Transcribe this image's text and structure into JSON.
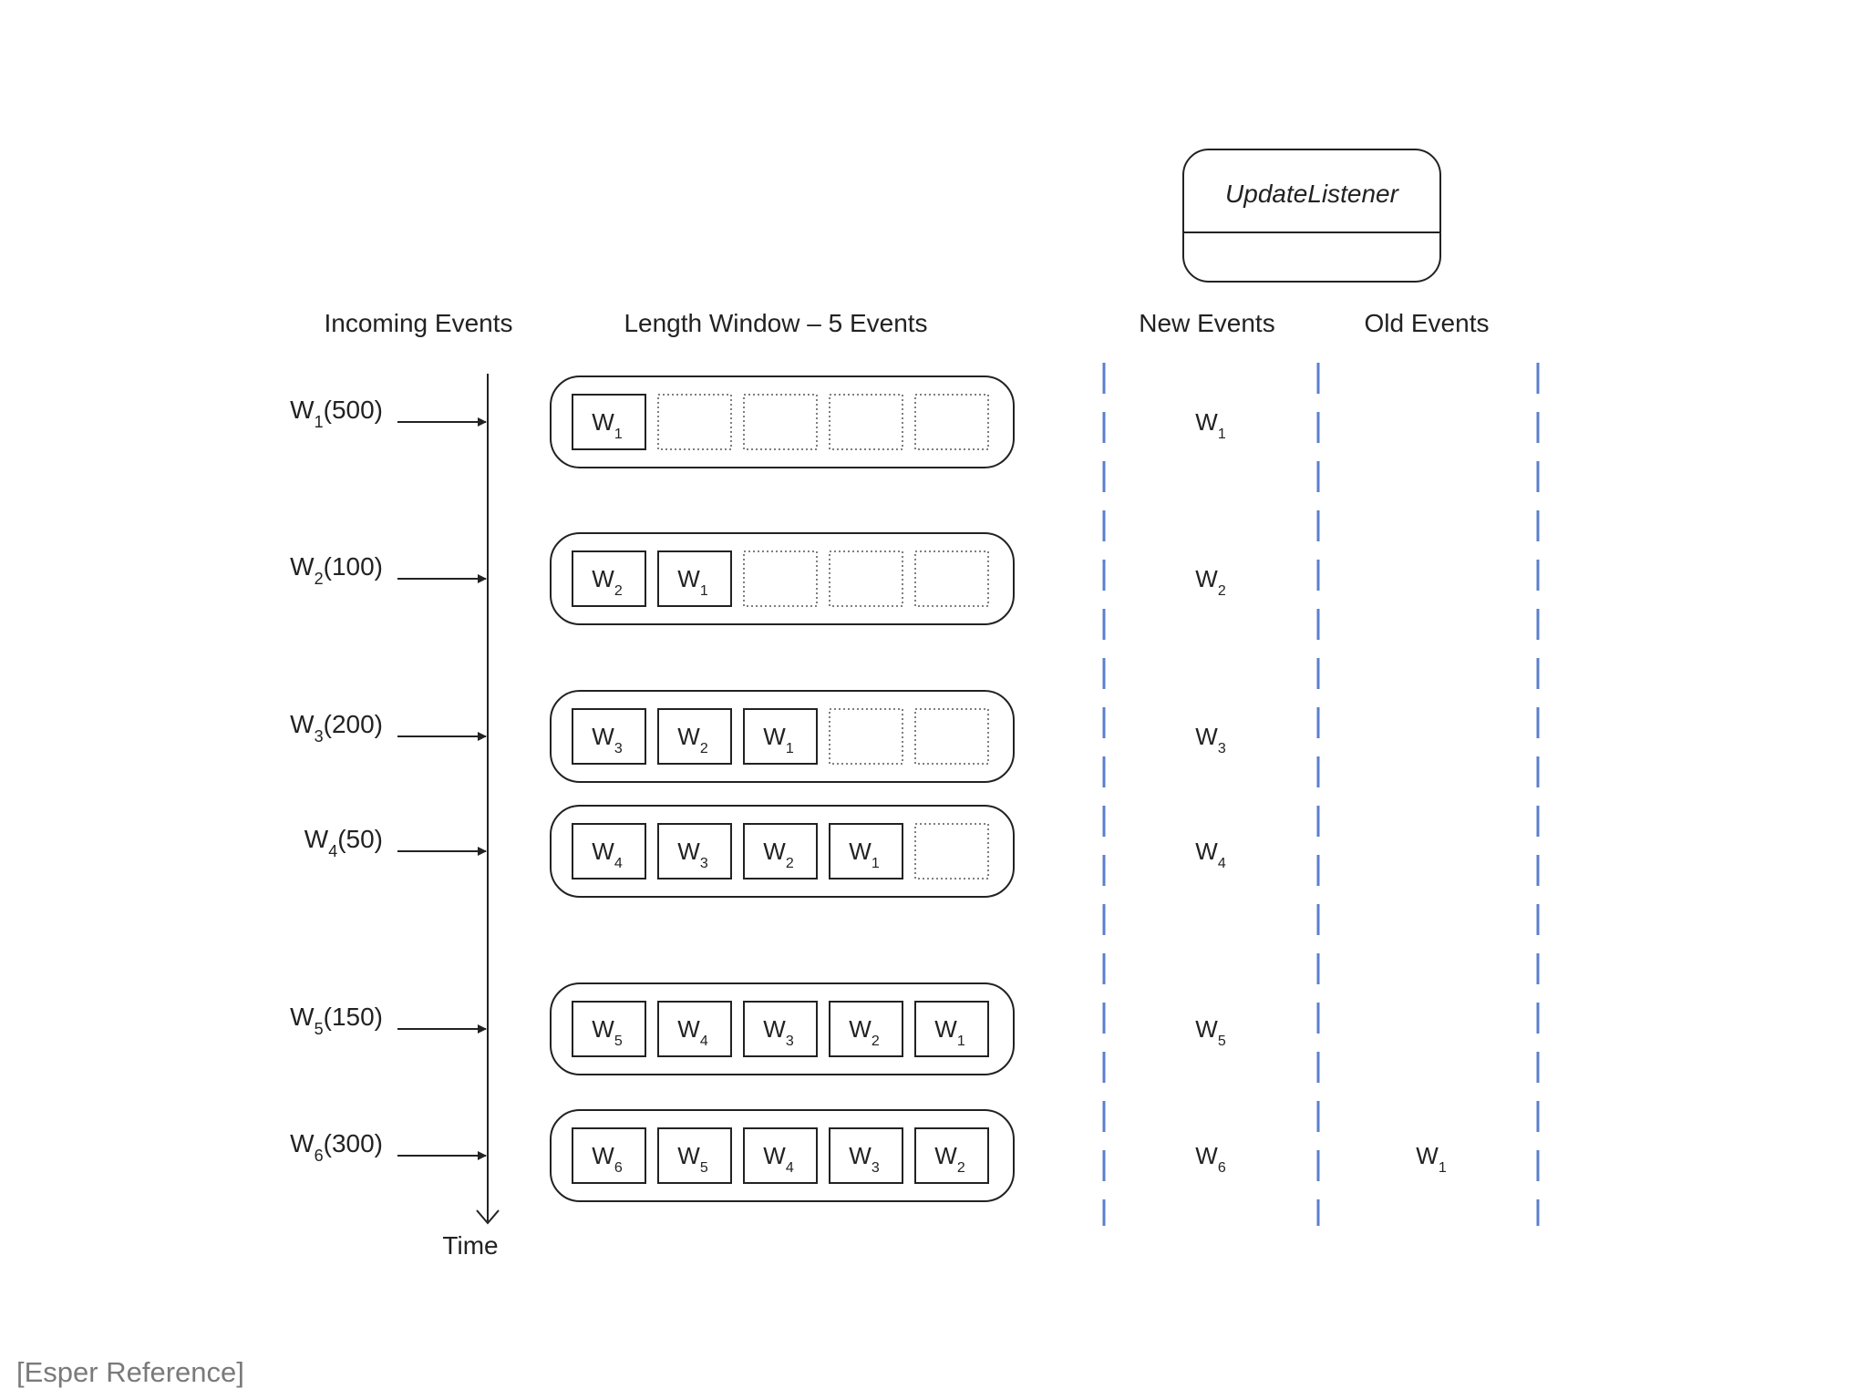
{
  "listener": {
    "title": "UpdateListener"
  },
  "headers": {
    "incoming": "Incoming Events",
    "window": "Length Window – 5 Events",
    "new_events": "New Events",
    "old_events": "Old Events"
  },
  "axis": {
    "label": "Time"
  },
  "window_capacity": 5,
  "rows": [
    {
      "event": {
        "name": "W",
        "sub": "1",
        "value": "(500)"
      },
      "window": [
        {
          "name": "W",
          "sub": "1"
        }
      ],
      "new": {
        "name": "W",
        "sub": "1"
      },
      "old": null
    },
    {
      "event": {
        "name": "W",
        "sub": "2",
        "value": "(100)"
      },
      "window": [
        {
          "name": "W",
          "sub": "2"
        },
        {
          "name": "W",
          "sub": "1"
        }
      ],
      "new": {
        "name": "W",
        "sub": "2"
      },
      "old": null
    },
    {
      "event": {
        "name": "W",
        "sub": "3",
        "value": "(200)"
      },
      "window": [
        {
          "name": "W",
          "sub": "3"
        },
        {
          "name": "W",
          "sub": "2"
        },
        {
          "name": "W",
          "sub": "1"
        }
      ],
      "new": {
        "name": "W",
        "sub": "3"
      },
      "old": null
    },
    {
      "event": {
        "name": "W",
        "sub": "4",
        "value": "(50)"
      },
      "window": [
        {
          "name": "W",
          "sub": "4"
        },
        {
          "name": "W",
          "sub": "3"
        },
        {
          "name": "W",
          "sub": "2"
        },
        {
          "name": "W",
          "sub": "1"
        }
      ],
      "new": {
        "name": "W",
        "sub": "4"
      },
      "old": null
    },
    {
      "event": {
        "name": "W",
        "sub": "5",
        "value": "(150)"
      },
      "window": [
        {
          "name": "W",
          "sub": "5"
        },
        {
          "name": "W",
          "sub": "4"
        },
        {
          "name": "W",
          "sub": "3"
        },
        {
          "name": "W",
          "sub": "2"
        },
        {
          "name": "W",
          "sub": "1"
        }
      ],
      "new": {
        "name": "W",
        "sub": "5"
      },
      "old": null
    },
    {
      "event": {
        "name": "W",
        "sub": "6",
        "value": "(300)"
      },
      "window": [
        {
          "name": "W",
          "sub": "6"
        },
        {
          "name": "W",
          "sub": "5"
        },
        {
          "name": "W",
          "sub": "4"
        },
        {
          "name": "W",
          "sub": "3"
        },
        {
          "name": "W",
          "sub": "2"
        }
      ],
      "new": {
        "name": "W",
        "sub": "6"
      },
      "old": {
        "name": "W",
        "sub": "1"
      }
    }
  ],
  "colors": {
    "line": "#222222",
    "dashed_divider": "#5b7fcf",
    "caption": "#7a7a7a"
  },
  "caption": "[Esper Reference]"
}
